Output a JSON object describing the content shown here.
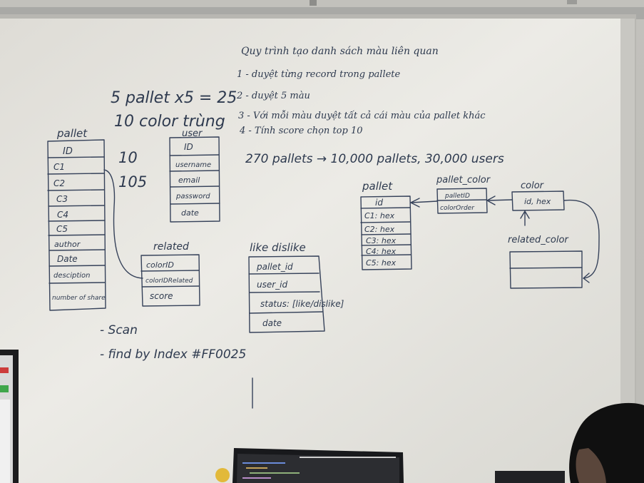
{
  "whiteboard": {
    "title": "Quy trình tạo danh sách màu liên quan",
    "steps": [
      "1 - duyệt từng record trong pallete",
      "2 - duyệt 5 màu",
      "3 - Với mỗi màu duyệt tất cả cái màu của pallet khác",
      "4 - Tính score chọn top 10"
    ],
    "calc_line_1": "5 pallet x5 = 25",
    "calc_line_2": "10 color trùng",
    "stat_line": "270 pallets → 10,000 pallets, 30,000 users",
    "side_notes": [
      "10",
      "105"
    ],
    "bottom_notes": [
      "- Scan",
      "- find by Index  #FF0025"
    ]
  },
  "tables": {
    "pallet_left": {
      "name": "pallet",
      "fields": [
        "ID",
        "C1",
        "C2",
        "C3",
        "C4",
        "C5",
        "author",
        "Date",
        "desciption",
        "number of share"
      ]
    },
    "user": {
      "name": "user",
      "fields": [
        "ID",
        "username",
        "email",
        "password",
        "date"
      ]
    },
    "related": {
      "name": "related",
      "fields": [
        "colorID",
        "colorIDRelated",
        "score"
      ]
    },
    "like_dislike": {
      "name": "like dislike",
      "fields": [
        "pallet_id",
        "user_id",
        "status: [like/dislike]",
        "date"
      ]
    },
    "pallet_right": {
      "name": "pallet",
      "fields": [
        "id",
        "C1: hex",
        "C2: hex",
        "C3: hex",
        "C4: hex",
        "C5: hex"
      ]
    },
    "pallet_color": {
      "name": "pallet_color",
      "fields": [
        "palletID",
        "colorOrder"
      ]
    },
    "color": {
      "name": "color",
      "fields": [
        "id, hex"
      ]
    },
    "related_color": {
      "name": "related_color",
      "fields": [
        "",
        ""
      ]
    }
  },
  "colors": {
    "board": "#e9e8e3",
    "ink": "#36425a",
    "frame": "#b9b8b4"
  }
}
